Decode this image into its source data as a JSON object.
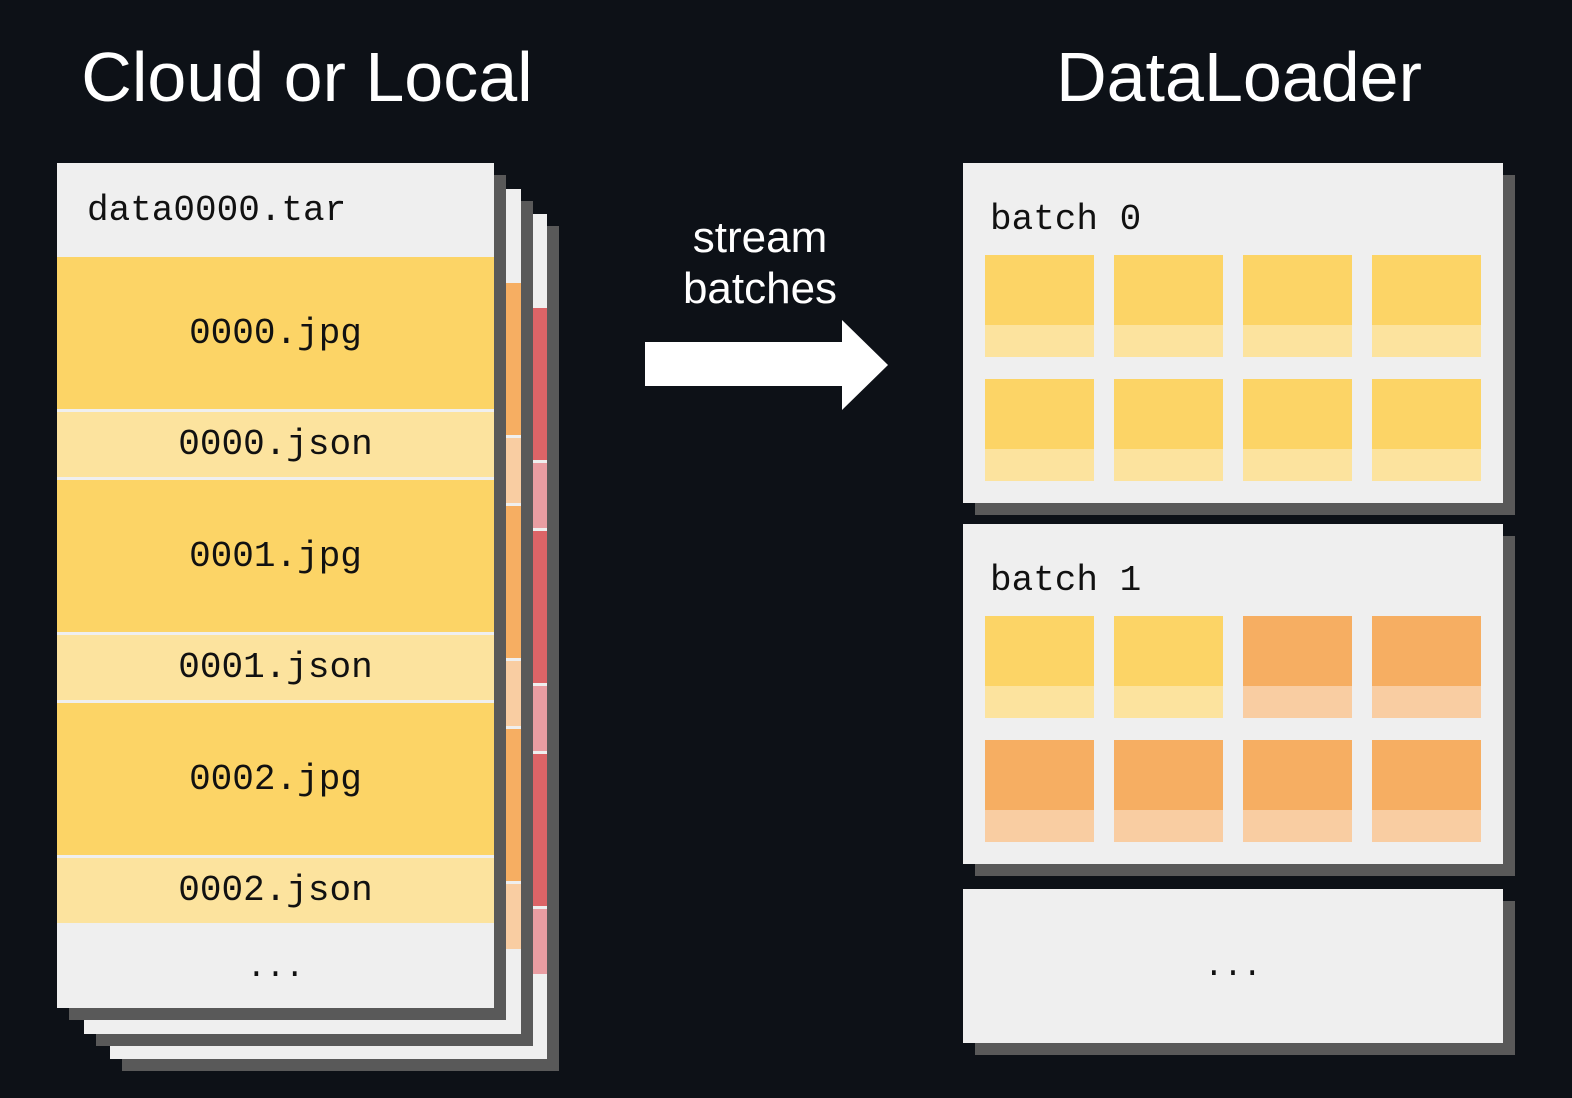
{
  "colors": {
    "bg": "#0d1117",
    "card-bg": "#efefef",
    "shadow": "#595959",
    "ink": "#111111",
    "title": "#ffffff",
    "yellow": "#fcd466",
    "yellow-light": "#fce39e",
    "orange": "#f6ae62",
    "orange-light": "#f9cda2",
    "red": "#dc6467",
    "red-light": "#e99da2"
  },
  "left": {
    "title": "Cloud or Local",
    "shard": {
      "name": "data0000.tar",
      "files": [
        {
          "label": "0000.jpg",
          "kind": "jpg"
        },
        {
          "label": "0000.json",
          "kind": "json"
        },
        {
          "label": "0001.jpg",
          "kind": "jpg"
        },
        {
          "label": "0001.json",
          "kind": "json"
        },
        {
          "label": "0002.jpg",
          "kind": "jpg"
        },
        {
          "label": "0002.json",
          "kind": "json"
        }
      ],
      "more": "..."
    }
  },
  "middle": {
    "caption_line1": "stream",
    "caption_line2": "batches"
  },
  "right": {
    "title": "DataLoader",
    "batches": [
      {
        "label": "batch 0",
        "tiles": [
          "yellow",
          "yellow",
          "yellow",
          "yellow",
          "yellow",
          "yellow",
          "yellow",
          "yellow"
        ]
      },
      {
        "label": "batch 1",
        "tiles": [
          "yellow",
          "yellow",
          "orange",
          "orange",
          "orange",
          "orange",
          "orange",
          "orange"
        ]
      }
    ],
    "more": "..."
  }
}
